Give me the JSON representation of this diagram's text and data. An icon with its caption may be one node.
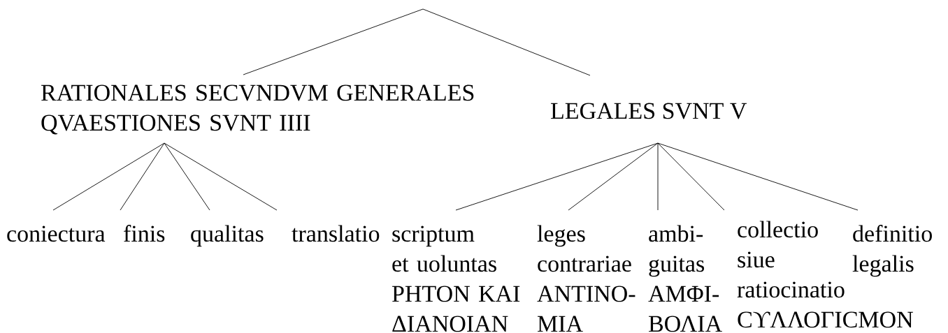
{
  "diagram": {
    "nodes": [
      {
        "text": [
          "RATIONALES SECVNDVM GENERALES QVAESTIONES SVNT IIII"
        ]
      },
      {
        "text": [
          "LEGALES SVNT V"
        ]
      },
      {
        "text": [
          "coniectura"
        ]
      },
      {
        "text": [
          "finis"
        ]
      },
      {
        "text": [
          "qualitas"
        ]
      },
      {
        "text": [
          "translatio"
        ]
      },
      {
        "text": [
          "scriptum et uoluntas ΡΗΤΟΝ ΚΑΙ ΔΙΑΝΟΙΑΝ"
        ]
      },
      {
        "text": [
          "leges contrariae ΑΝΤΙΝΟ- ΜΙΑ"
        ]
      },
      {
        "text": [
          "ambi- guitas ΑΜΦΙ- ΒΟΛΙΑ"
        ]
      },
      {
        "text": [
          "collectio siue ratiocinatio ϹϒΛΛΟΓΙϹΜΟΝ"
        ]
      },
      {
        "text": [
          "definitio legalis"
        ]
      }
    ],
    "edges": [
      {
        "from": null,
        "to": 0,
        "arrow": "none"
      },
      {
        "from": null,
        "to": 1,
        "arrow": "none"
      },
      {
        "from": 0,
        "to": 2,
        "arrow": "none"
      },
      {
        "from": 0,
        "to": 3,
        "arrow": "none"
      },
      {
        "from": 0,
        "to": 4,
        "arrow": "none"
      },
      {
        "from": 0,
        "to": 5,
        "arrow": "none"
      },
      {
        "from": 1,
        "to": 6,
        "arrow": "none"
      },
      {
        "from": 1,
        "to": 7,
        "arrow": "none"
      },
      {
        "from": 1,
        "to": 8,
        "arrow": "none"
      },
      {
        "from": 1,
        "to": 9,
        "arrow": "none"
      },
      {
        "from": 1,
        "to": 10,
        "arrow": "none"
      }
    ]
  }
}
